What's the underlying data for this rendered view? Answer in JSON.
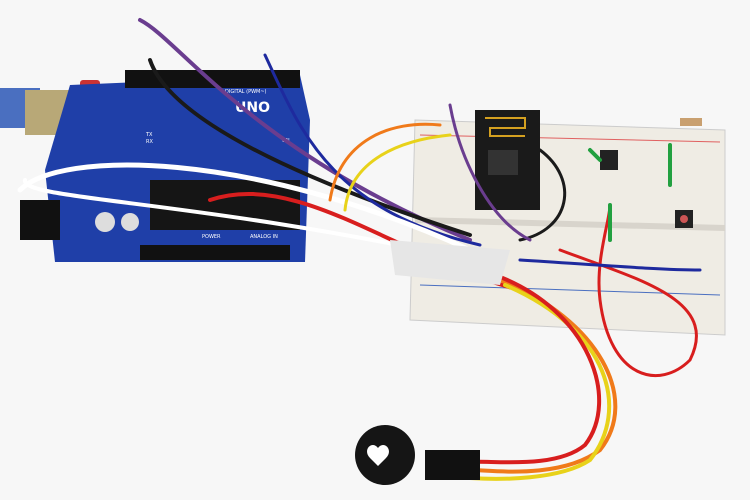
{
  "board": {
    "model_label": "UNO",
    "digital_label": "DIGITAL (PWM~)",
    "analog_label": "ANALOG IN",
    "power_label": "POWER",
    "tx_label": "TX",
    "rx_label": "RX",
    "on_label": "ON"
  },
  "colors": {
    "board": "#1f3fa8",
    "breadboard": "#efece4",
    "wire_red": "#d81e1e",
    "wire_yellow": "#e8d21a",
    "wire_orange": "#f07a1a",
    "wire_purple": "#6a3d8f",
    "wire_blue": "#1e2a9e",
    "wire_white": "#ffffff",
    "wire_black": "#1a1a1a"
  }
}
